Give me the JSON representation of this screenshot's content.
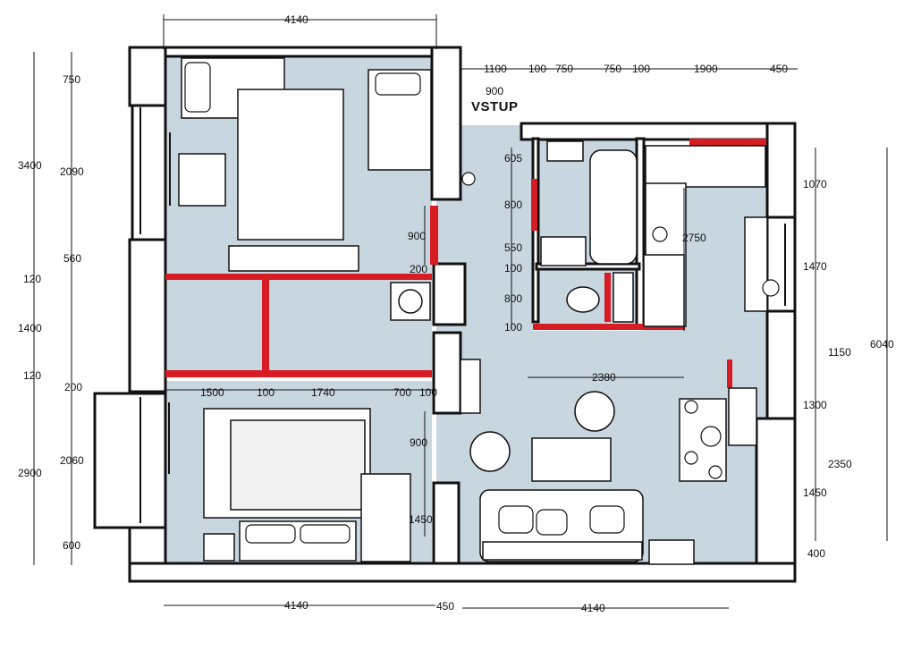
{
  "plan": {
    "entrance_label": "VSTUP",
    "colors": {
      "floor": "#c8d6e0",
      "wall": "#111111",
      "new_wall": "#d71c24",
      "furniture": "#ffffff"
    },
    "dimensions": {
      "top_left_width": "4140",
      "top_1100": "1100",
      "top_100a": "100",
      "top_750a": "750",
      "top_750b": "750",
      "top_100b": "100",
      "top_1900": "1900",
      "top_450": "450",
      "door_900": "900",
      "left_3400": "3400",
      "left_750": "750",
      "left_2090": "2090",
      "left_560": "560",
      "left_120a": "120",
      "left_1400": "1400",
      "left_120b": "120",
      "left_200": "200",
      "left_2900": "2900",
      "left_2060": "2060",
      "left_600": "600",
      "mid_900a": "900",
      "mid_200": "200",
      "mid_900b": "900",
      "mid_1450": "1450",
      "row_1500": "1500",
      "row_100": "100",
      "row_1740": "1740",
      "row_700": "700",
      "row_100b": "100",
      "bath_605": "605",
      "bath_800a": "800",
      "bath_550": "550",
      "bath_100a": "100",
      "bath_800b": "800",
      "bath_100b": "100",
      "kitchen_2750": "2750",
      "living_2380": "2380",
      "right_1070": "1070",
      "right_1470": "1470",
      "right_1150": "1150",
      "right_1300": "1300",
      "right_2350": "2350",
      "right_1450": "1450",
      "right_400": "400",
      "right_6040": "6040",
      "bottom_4140a": "4140",
      "bottom_450": "450",
      "bottom_4140b": "4140"
    }
  }
}
